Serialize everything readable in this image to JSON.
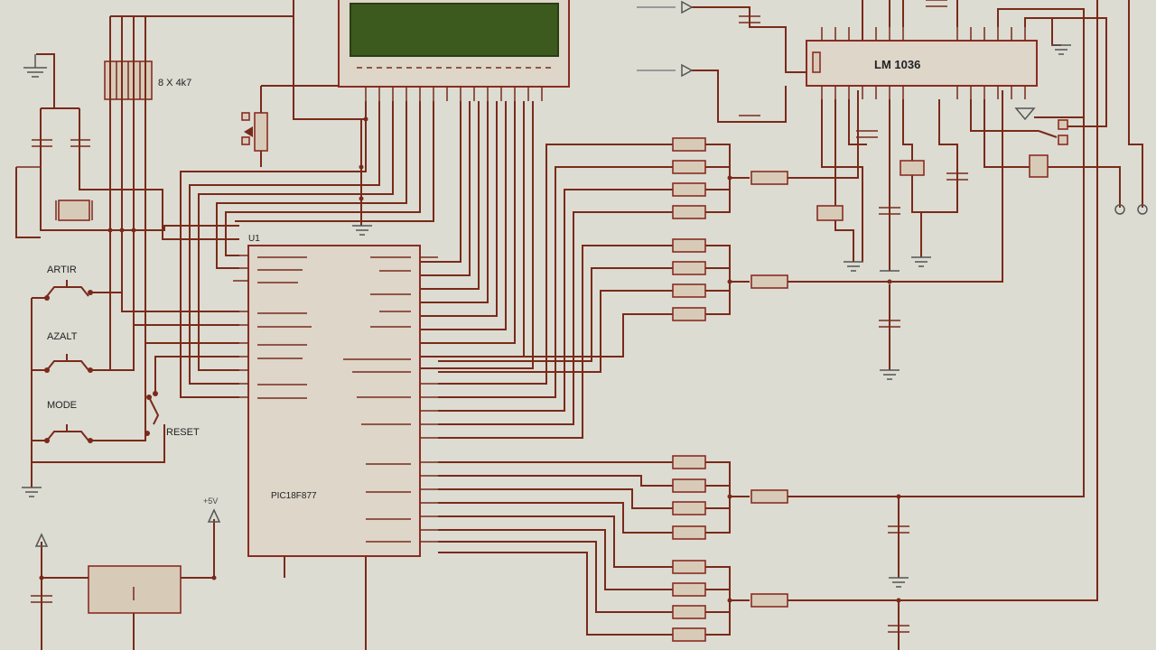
{
  "labels": {
    "mcu": "PIC18F877",
    "audio_ic": "LM 1036",
    "res_net": "8 X 4k7",
    "reset": "RESET",
    "sw1": "ARTIR",
    "sw2": "AZALT",
    "sw3": "MODE",
    "u1": "U1",
    "supply": "+5V"
  },
  "colors": {
    "wire": "#7a2a1a",
    "background": "#dcdcd2",
    "lcd": "#3c5a1e"
  }
}
